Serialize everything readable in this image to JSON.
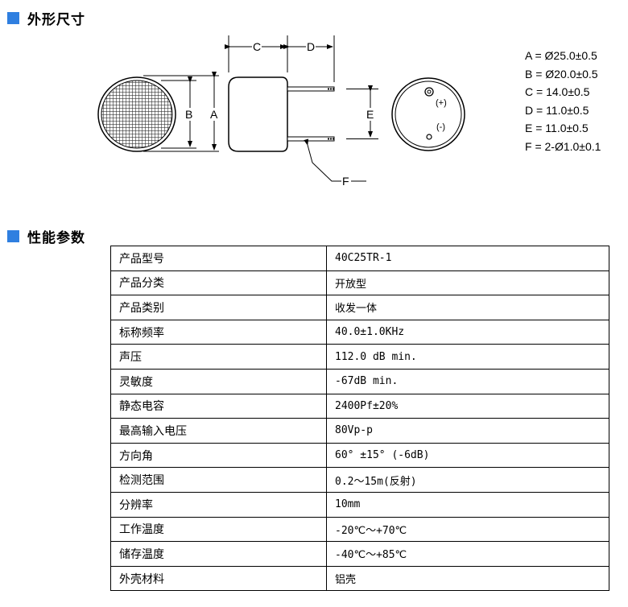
{
  "sections": {
    "dimensions_title": "外形尺寸",
    "params_title": "性能参数"
  },
  "drawing": {
    "labels": {
      "A": "A",
      "B": "B",
      "C": "C",
      "D": "D",
      "E": "E",
      "F": "F",
      "plus": "(+)",
      "minus": "(-)"
    }
  },
  "specs": [
    "A = Ø25.0±0.5",
    "B = Ø20.0±0.5",
    "C = 14.0±0.5",
    "D = 11.0±0.5",
    "E = 11.0±0.5",
    "F = 2-Ø1.0±0.1"
  ],
  "params": [
    {
      "k": "产品型号",
      "v": "40C25TR-1"
    },
    {
      "k": "产品分类",
      "v": "开放型"
    },
    {
      "k": "产品类别",
      "v": "收发一体"
    },
    {
      "k": "标称频率",
      "v": "40.0±1.0KHz"
    },
    {
      "k": "声压",
      "v": "112.0 dB min."
    },
    {
      "k": "灵敏度",
      "v": "-67dB min."
    },
    {
      "k": "静态电容",
      "v": "2400Pf±20%"
    },
    {
      "k": "最高输入电压",
      "v": "80Vp-p"
    },
    {
      "k": "方向角",
      "v": "60° ±15° (-6dB)"
    },
    {
      "k": "检测范围",
      "v": "0.2～15m(反射)"
    },
    {
      "k": "分辨率",
      "v": "10mm"
    },
    {
      "k": "工作温度",
      "v": "-20℃～+70℃"
    },
    {
      "k": "储存温度",
      "v": "-40℃～+85℃"
    },
    {
      "k": "外壳材料",
      "v": "铝壳"
    }
  ]
}
